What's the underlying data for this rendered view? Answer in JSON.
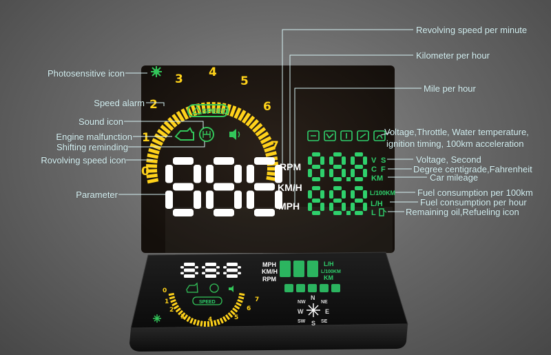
{
  "colors": {
    "dial_yellow": "#ffd21a",
    "digit_white": "#ffffff",
    "digit_green": "#2fd06c",
    "panel": "#191410",
    "label_text": "#d7f3f5"
  },
  "callouts": {
    "left": [
      "Photosensitive icon",
      "Speed alarm",
      "Sound icon",
      "Engine malfunction",
      "Shifting reminding",
      "Rovolving speed icon",
      "Parameter"
    ],
    "top_right": [
      "Revolving speed per minute",
      "Kilometer per hour",
      "Mile per hour"
    ],
    "right": [
      "Voltage,Throttle, Water temperature,",
      "ignition timing, 100km acceleration",
      "Voltage,   Second",
      "Degree centigrade,Fahrenheit",
      "Car mileage",
      "Fuel consumption per 100km",
      "Fuel consumption per hour",
      "Remaining oil,Refueling icon"
    ]
  },
  "dial": {
    "ticks": [
      "0",
      "1",
      "2",
      "3",
      "4",
      "5",
      "6",
      "7"
    ]
  },
  "display": {
    "main_digits": "888",
    "units": [
      "RPM",
      "KM/H",
      "MPH"
    ],
    "speed_badge": "SPEED",
    "right_digits": [
      "88.8",
      "88.8"
    ],
    "indicators": [
      "V",
      "S",
      "C",
      "F",
      "KM",
      "L/100KM",
      "L/H",
      "L"
    ]
  },
  "device": {
    "digits": "888",
    "units": [
      "MPH",
      "KM/H",
      "RPM"
    ],
    "dial_ticks": [
      "0",
      "1",
      "2",
      "3",
      "4",
      "5",
      "6",
      "7"
    ],
    "speed_badge": "SPEED",
    "small_labels": [
      "L/H",
      "L/100KM",
      "KM",
      "N",
      "S",
      "W",
      "E",
      "NE",
      "NW",
      "SE",
      "SW"
    ]
  },
  "icons": [
    "photosensitive-icon",
    "engine-icon",
    "gear-shift-icon",
    "sound-icon",
    "warning-triangle-icon",
    "refuel-icon",
    "compass-icon"
  ]
}
